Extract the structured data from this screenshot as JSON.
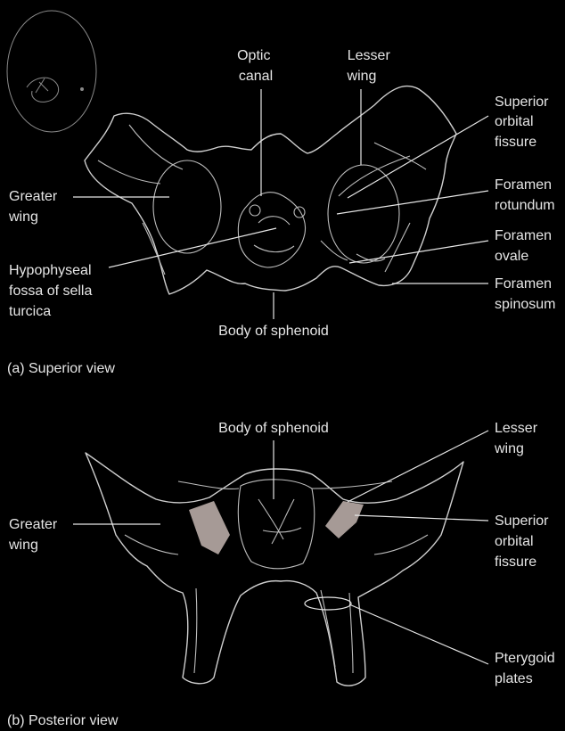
{
  "labels": {
    "optic_canal_1": "Optic",
    "optic_canal_2": "canal",
    "lesser_wing_a_1": "Lesser",
    "lesser_wing_a_2": "wing",
    "superior_orbital_a_1": "Superior",
    "superior_orbital_a_2": "orbital",
    "superior_orbital_a_3": "fissure",
    "greater_wing_a_1": "Greater",
    "greater_wing_a_2": "wing",
    "foramen_rotundum_1": "Foramen",
    "foramen_rotundum_2": "rotundum",
    "foramen_ovale_1": "Foramen",
    "foramen_ovale_2": "ovale",
    "hypophyseal_1": "Hypophyseal",
    "hypophyseal_2": "fossa of sella",
    "hypophyseal_3": "turcica",
    "foramen_spinosum_1": "Foramen",
    "foramen_spinosum_2": "spinosum",
    "body_a": "Body of sphenoid",
    "view_a": "(a) Superior view",
    "body_b": "Body of sphenoid",
    "lesser_wing_b_1": "Lesser",
    "lesser_wing_b_2": "wing",
    "greater_wing_b_1": "Greater",
    "greater_wing_b_2": "wing",
    "superior_orbital_b_1": "Superior",
    "superior_orbital_b_2": "orbital",
    "superior_orbital_b_3": "fissure",
    "pterygoid_1": "Pterygoid",
    "pterygoid_2": "plates",
    "view_b": "(b) Posterior view"
  },
  "colors": {
    "background": "#000000",
    "text": "#e6e6e6",
    "fissure_shade": "#a69a96"
  }
}
